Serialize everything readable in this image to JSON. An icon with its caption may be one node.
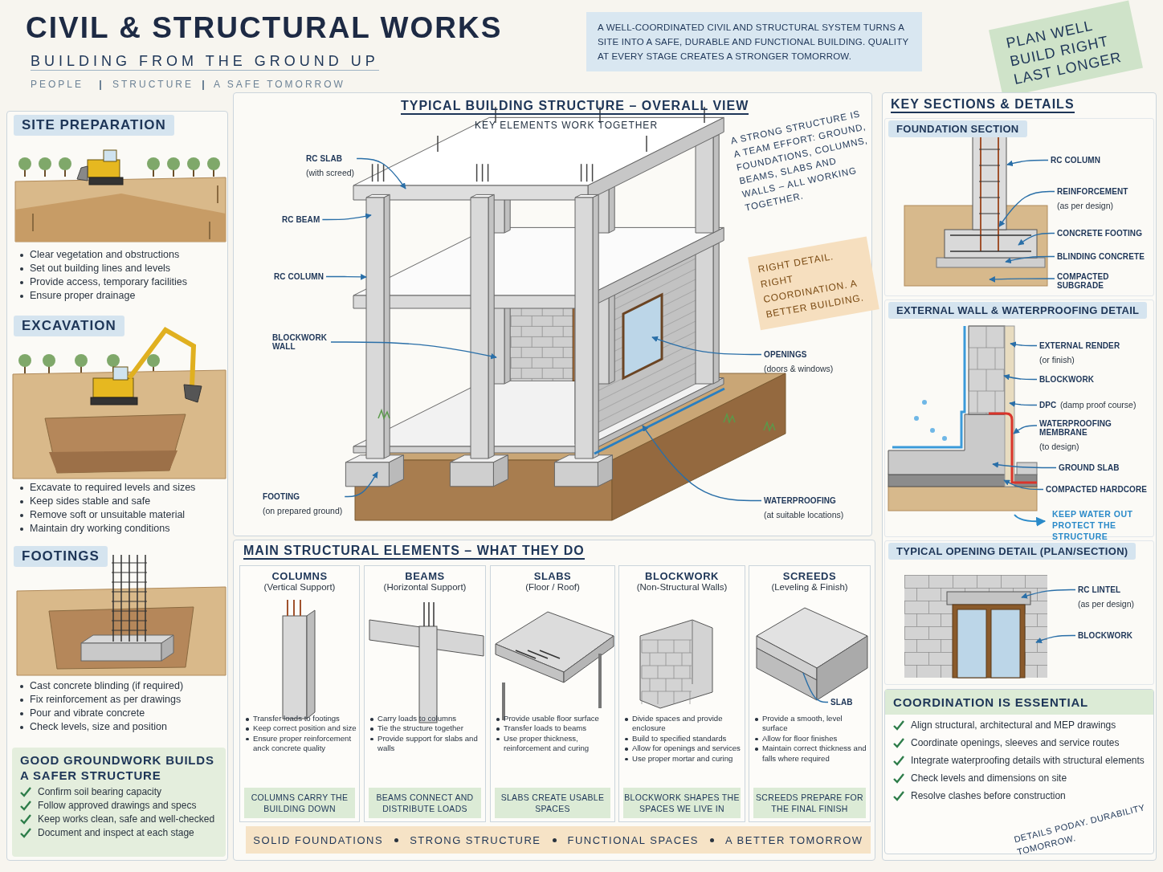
{
  "diagram": {
    "title": "CIVIL & STRUCTURAL WORKS",
    "nodes": [
      {
        "text": [
          "A WELL-COORDINATED CIVIL AND STRUCTURAL SYSTEM TURNS A SITE INTO A SAFE, DURABLE AND FUNCTIONAL BUILDING. QUALITY AT EVERY STAGE CREATES A STRONGER TOMORROW."
        ]
      },
      {
        "text": [
          "PLAN WELL BUILD RIGHT LAST LONGER"
        ]
      },
      {
        "text": [],
        "shape": "box"
      },
      {
        "text": [
          "SITE PREPARATION",
          "Clear vegetation and obstructions",
          "Set out building lines and levels",
          "Provide access, temporary facilities",
          "Ensure proper drainage"
        ],
        "in": 2
      },
      {
        "text": [
          "EXCAVATION",
          "Excavate to required levels and sizes",
          "Keep sides stable and safe",
          "Remove soft or unsuitable material",
          "Maintain dry working conditions"
        ],
        "in": 2
      },
      {
        "text": [
          "FOOTINGS",
          "Cast concrete blinding (if required)",
          "Fix reinforcement as per drawings",
          "Pour and vibrate concrete",
          "Check levels, size and position"
        ],
        "in": 2
      },
      {
        "text": [
          "GOOD GROUNDWORK BUILDS A SAFER STRUCTURE",
          "Confirm soil bearing capacity",
          "Follow approved drawings and specs",
          "Keep works clean, safe and well-checked",
          "Document and inspect at each stage"
        ],
        "in": 2
      },
      {
        "text": [
          "TYPICAL BUILDING STRUCTURE – OVERALL VIEW",
          "KEY ELEMENTS WORK TOGETHER"
        ]
      },
      {
        "text": [
          "A STRONG STRUCTURE IS A TEAM EFFORT: GROUND, FOUNDATIONS, COLUMNS, BEAMS, SLABS AND WALLS – ALL WORKING TOGETHER."
        ],
        "in": 7
      },
      {
        "text": [
          "RIGHT DETAIL. RIGHT COORDINATION. A BETTER BUILDING."
        ],
        "in": 7
      },
      {
        "text": [
          "RC SLAB",
          "(with screed)"
        ],
        "in": 7
      },
      {
        "text": [
          "RC BEAM"
        ],
        "in": 7
      },
      {
        "text": [
          "RC COLUMN"
        ],
        "in": 7
      },
      {
        "text": [
          "BLOCKWORK WALL"
        ],
        "in": 7
      },
      {
        "text": [
          "FOOTING",
          "(on prepared ground)"
        ],
        "in": 7
      },
      {
        "text": [
          "OPENINGS",
          "(doors & windows)"
        ],
        "in": 7
      },
      {
        "text": [
          "WATERPROOFING",
          "(at suitable locations)"
        ],
        "in": 7
      },
      {
        "text": [
          "KEY SECTIONS & DETAILS"
        ]
      },
      {
        "text": [
          "FOUNDATION SECTION"
        ],
        "in": 17
      },
      {
        "text": [
          "RC COLUMN"
        ],
        "in": 18
      },
      {
        "text": [
          "REINFORCEMENT",
          "(as per design)"
        ],
        "in": 18
      },
      {
        "text": [
          "CONCRETE FOOTING"
        ],
        "in": 18
      },
      {
        "text": [
          "BLINDING CONCRETE"
        ],
        "in": 18
      },
      {
        "text": [
          "COMPACTED SUBGRADE"
        ],
        "in": 18
      },
      {
        "text": [
          "EXTERNAL WALL & WATERPROOFING DETAIL"
        ],
        "in": 17
      },
      {
        "text": [
          "EXTERNAL RENDER",
          "(or finish)"
        ],
        "in": 24
      },
      {
        "text": [
          "BLOCKWORK"
        ],
        "in": 24
      },
      {
        "text": [
          "DPC",
          "(damp proof course)"
        ],
        "in": 24
      },
      {
        "text": [
          "WATERPROOFING MEMBRANE",
          "(to design)"
        ],
        "in": 24
      },
      {
        "text": [
          "GROUND SLAB"
        ],
        "in": 24
      },
      {
        "text": [
          "COMPACTED HARDCORE"
        ],
        "in": 24
      },
      {
        "text": [
          "TYPICAL OPENING DETAIL (PLAN/SECTION)"
        ],
        "in": 17
      },
      {
        "text": [
          "RC LINTEL",
          "(as per design)"
        ],
        "in": 31
      },
      {
        "text": [
          "BLOCKWORK"
        ],
        "in": 31
      },
      {
        "text": [
          "COORDINATION IS ESSENTIAL",
          "Align structural, architectural and MEP drawings",
          "Coordinate openings, sleeves and service routes",
          "Integrate waterproofing details with structural elements",
          "Check levels and dimensions on site",
          "Resolve clashes before construction"
        ],
        "in": 17
      },
      {
        "text": [
          "MAIN STRUCTURAL ELEMENTS – WHAT THEY DO"
        ]
      },
      {
        "text": [
          "COLUMNS",
          "(Vertical Support)",
          "Transfer loads to footings",
          "Keep correct position and size",
          "Ensure proper reinforcement anck concrete quality",
          "COLUMNS CARRY THE BUILDING DOWN"
        ],
        "in": 35
      },
      {
        "text": [
          "BEAMS",
          "(Horizontal Support)",
          "Carry loads to columns",
          "Tie the structure together",
          "Provide support for slabs and walls",
          "BEAMS CONNECT AND DISTRIBUTE LOADS"
        ],
        "in": 35
      },
      {
        "text": [
          "SLABS",
          "(Floor / Roof)",
          "Provide usable floor surface",
          "Transfer loads to beams",
          "Use proper thickness, reinforcement and curing",
          "SLABS CREATE USABLE SPACES"
        ],
        "in": 35
      },
      {
        "text": [
          "BLOCKWORK",
          "(Non-Structural Walls)",
          "Divide spaces and provide enclosure",
          "Build to specified standards",
          "Allow for openings and services",
          "Use proper mortar and curing",
          "BLOCKWORK SHAPES THE SPACES WE LIVE IN"
        ],
        "in": 35
      },
      {
        "text": [
          "SCREEDS",
          "(Leveling & Finish)",
          "Provide a smooth, level surface",
          "Allow for floor finishes",
          "Maintain correct thickness and falls where required",
          "SCREEDS PREPARE FOR THE FINAL FINISH"
        ],
        "in": 35
      },
      {
        "text": [
          "SLAB"
        ],
        "in": 40
      },
      {
        "text": [
          "SOLID FOUNDATIONS",
          "STRONG STRUCTURE",
          "FUNCTIONAL SPACES",
          "A BETTER TOMORROW"
        ],
        "in": 35
      }
    ],
    "edges": [
      {
        "from": 10,
        "to": null,
        "arrow": "to"
      },
      {
        "from": 11,
        "to": null,
        "arrow": "to"
      },
      {
        "from": 12,
        "to": null,
        "arrow": "to"
      },
      {
        "from": 13,
        "to": null,
        "arrow": "to"
      },
      {
        "from": 14,
        "to": null,
        "arrow": "to"
      },
      {
        "from": 15,
        "to": null,
        "arrow": "to"
      },
      {
        "from": 16,
        "to": null,
        "arrow": "to"
      },
      {
        "from": 19,
        "to": null,
        "arrow": "to"
      },
      {
        "from": 20,
        "to": null,
        "arrow": "to"
      },
      {
        "from": 21,
        "to": null,
        "arrow": "to"
      },
      {
        "from": 22,
        "to": null,
        "arrow": "to"
      },
      {
        "from": 23,
        "to": null,
        "arrow": "to"
      },
      {
        "from": 25,
        "to": null,
        "arrow": "to"
      },
      {
        "from": 26,
        "to": null,
        "arrow": "to"
      },
      {
        "from": 27,
        "to": null,
        "arrow": "to"
      },
      {
        "from": 28,
        "to": null,
        "arrow": "to"
      },
      {
        "from": 29,
        "to": null,
        "arrow": "to"
      },
      {
        "from": 30,
        "to": null,
        "arrow": "to"
      },
      {
        "from": 32,
        "to": null,
        "arrow": "to"
      },
      {
        "from": 33,
        "to": null,
        "arrow": "to"
      },
      {
        "from": 41,
        "to": null,
        "arrow": "none"
      }
    ],
    "labels": [
      "BUILDING FROM THE GROUND UP",
      "PEOPLE",
      "STRUCTURE",
      "A SAFE TOMORROW",
      "KEEP WATER OUT PROTECT THE STRUCTURE",
      "DETAILS PODAY. DURABILITY TOMORROW."
    ]
  }
}
